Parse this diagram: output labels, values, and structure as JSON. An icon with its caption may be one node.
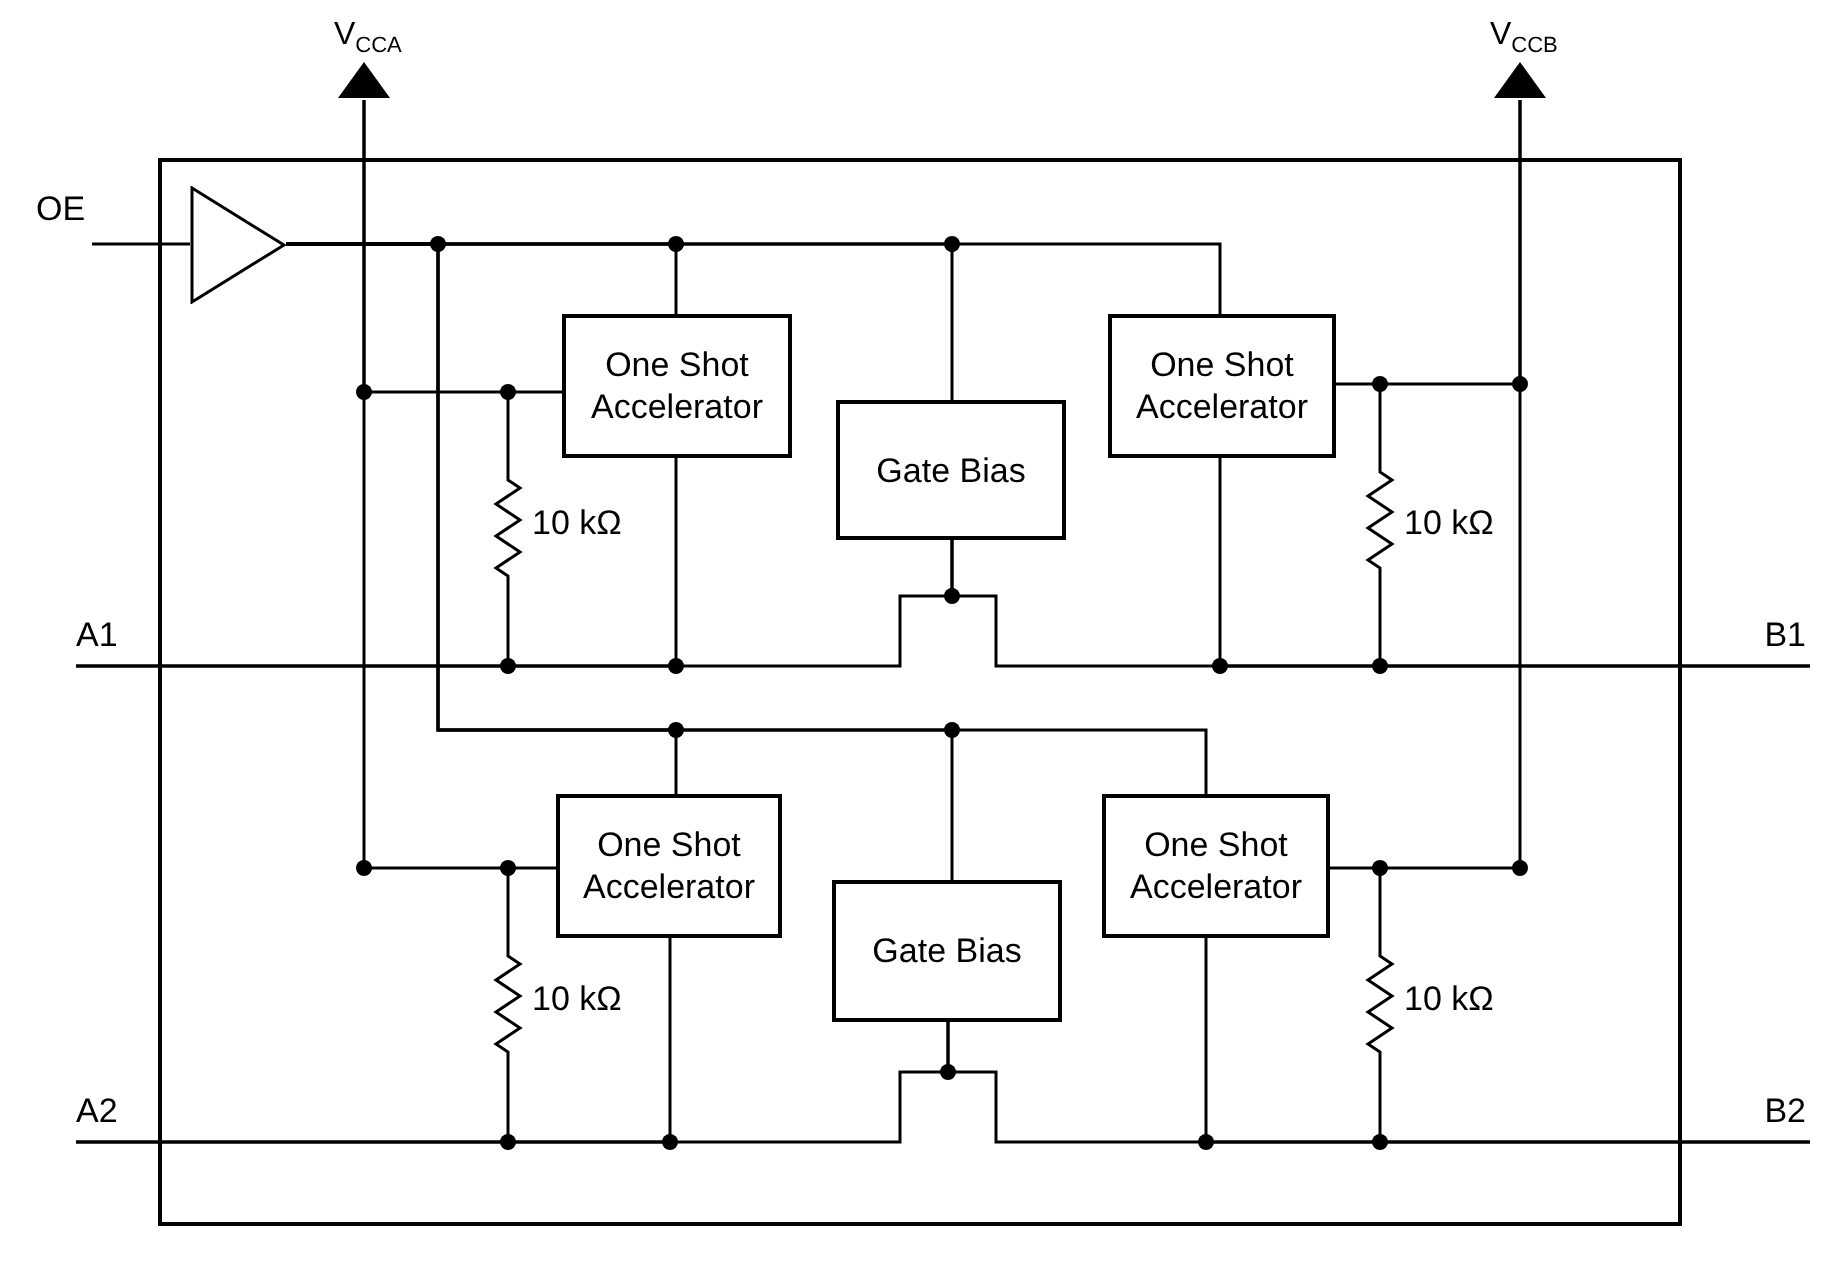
{
  "diagram": {
    "nodes": [
      {
        "text": [
          "OE"
        ]
      },
      {
        "text": [
          "V$_{CCA}$"
        ]
      },
      {
        "text": [
          "V$_{CCB}$"
        ]
      },
      {
        "text": [],
        "shape": "triangle"
      },
      {
        "text": [
          "One Shot Accelerator"
        ]
      },
      {
        "text": [
          "Gate Bias"
        ]
      },
      {
        "text": [
          "One Shot Accelerator"
        ]
      },
      {
        "text": [
          "A1"
        ]
      },
      {
        "text": [
          "B1"
        ]
      },
      {
        "text": [
          "One Shot Accelerator"
        ]
      },
      {
        "text": [
          "Gate Bias"
        ]
      },
      {
        "text": [
          "One Shot Accelerator"
        ]
      },
      {
        "text": [
          "A2"
        ]
      },
      {
        "text": [
          "B2"
        ]
      }
    ],
    "edges": [
      {
        "from": 0,
        "to": 3,
        "arrow": "none"
      },
      {
        "from": 3,
        "to": 4,
        "arrow": "none"
      },
      {
        "from": 3,
        "to": 5,
        "arrow": "none"
      },
      {
        "from": 3,
        "to": 6,
        "arrow": "none"
      },
      {
        "from": 3,
        "to": 9,
        "arrow": "none"
      },
      {
        "from": 3,
        "to": 10,
        "arrow": "none"
      },
      {
        "from": 3,
        "to": 11,
        "arrow": "none"
      },
      {
        "from": 1,
        "to": 4,
        "arrow": "none"
      },
      {
        "from": 1,
        "to": 9,
        "arrow": "none"
      },
      {
        "from": 2,
        "to": 6,
        "arrow": "none"
      },
      {
        "from": 2,
        "to": 11,
        "arrow": "none"
      },
      {
        "from": 4,
        "to": 7,
        "arrow": "none"
      },
      {
        "from": 5,
        "to": 7,
        "arrow": "none"
      },
      {
        "from": 5,
        "to": 8,
        "arrow": "none"
      },
      {
        "from": 6,
        "to": 8,
        "arrow": "none"
      },
      {
        "from": 9,
        "to": 12,
        "arrow": "none"
      },
      {
        "from": 10,
        "to": 12,
        "arrow": "none"
      },
      {
        "from": 10,
        "to": 13,
        "arrow": "none"
      },
      {
        "from": 11,
        "to": 13,
        "arrow": "none"
      }
    ],
    "labels": [
      "10 kΩ",
      "10 kΩ",
      "10 kΩ",
      "10 kΩ"
    ]
  }
}
